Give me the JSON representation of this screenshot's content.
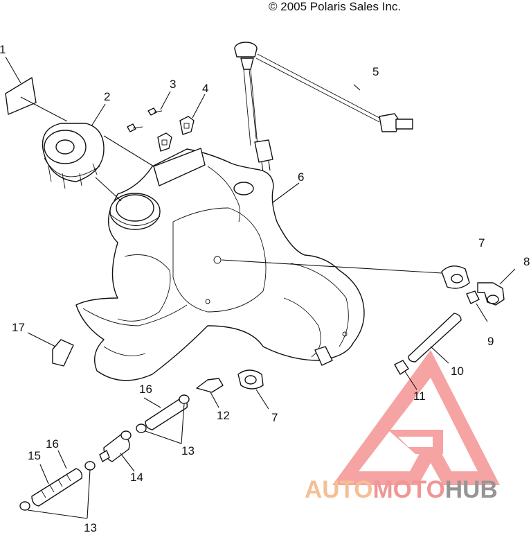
{
  "header": {
    "copyright": "© 2005 Polaris Sales Inc."
  },
  "callouts": [
    {
      "id": "c1",
      "label": "1"
    },
    {
      "id": "c2",
      "label": "2"
    },
    {
      "id": "c3",
      "label": "3"
    },
    {
      "id": "c4",
      "label": "4"
    },
    {
      "id": "c5",
      "label": "5"
    },
    {
      "id": "c6",
      "label": "6"
    },
    {
      "id": "c7a",
      "label": "7"
    },
    {
      "id": "c7b",
      "label": "7"
    },
    {
      "id": "c8",
      "label": "8"
    },
    {
      "id": "c9",
      "label": "9"
    },
    {
      "id": "c10",
      "label": "10"
    },
    {
      "id": "c11",
      "label": "11"
    },
    {
      "id": "c12",
      "label": "12"
    },
    {
      "id": "c13a",
      "label": "13"
    },
    {
      "id": "c13b",
      "label": "13"
    },
    {
      "id": "c14",
      "label": "14"
    },
    {
      "id": "c15",
      "label": "15"
    },
    {
      "id": "c16a",
      "label": "16"
    },
    {
      "id": "c16b",
      "label": "16"
    },
    {
      "id": "c17",
      "label": "17"
    }
  ],
  "watermark": {
    "part1": "AUTO",
    "part2": "MOTO",
    "part3": "HUB",
    "colors": {
      "auto": "#f5b98a",
      "moto": "#f08a8a",
      "hub": "#8a8a8a",
      "triangle": "#f28b8b"
    }
  }
}
